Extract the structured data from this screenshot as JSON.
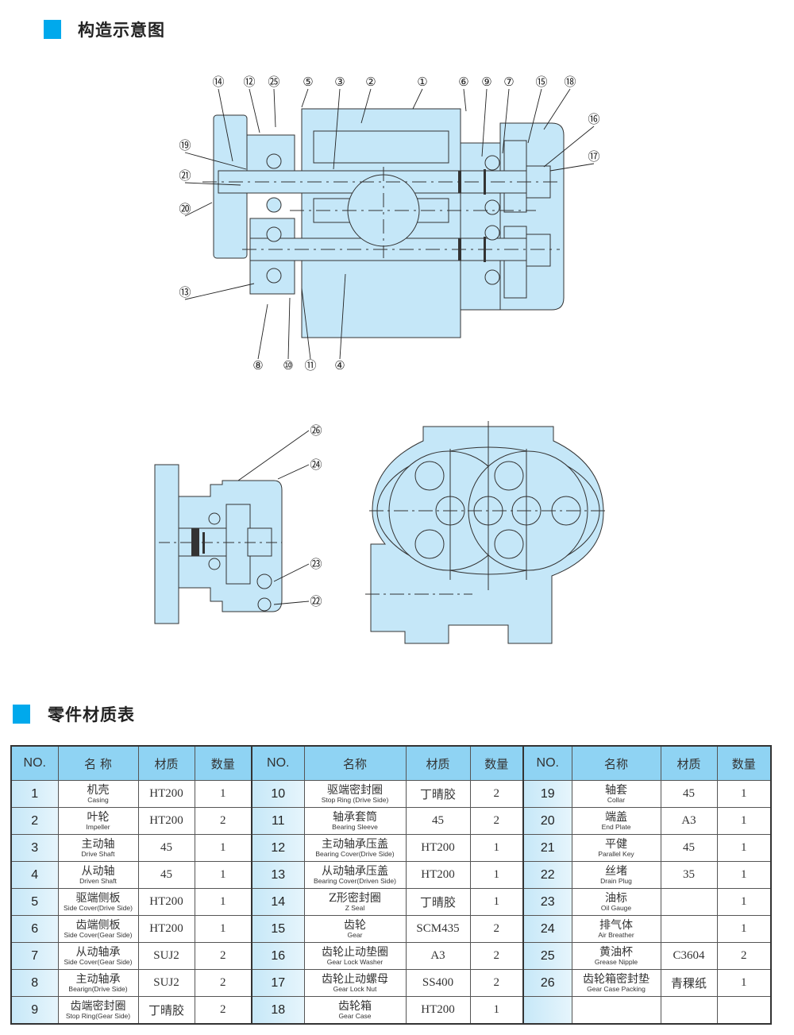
{
  "sections": {
    "structure_title": "构造示意图",
    "materials_title": "零件材质表"
  },
  "diagram": {
    "callouts_main": [
      "⑭",
      "⑫",
      "㉕",
      "⑤",
      "③",
      "②",
      "①",
      "⑥",
      "⑨",
      "⑦",
      "⑮",
      "⑱",
      "⑯",
      "⑰",
      "⑲",
      "㉑",
      "⑳",
      "⑬",
      "⑧",
      "⑩",
      "⑪",
      "④"
    ],
    "callouts_side": [
      "㉖",
      "㉔",
      "㉓",
      "㉒"
    ],
    "fill_color": "#c5e7f8",
    "line_color": "#333333"
  },
  "table": {
    "headers": {
      "no": "NO.",
      "name_1": "名 称",
      "name": "名称",
      "material": "材质",
      "quantity": "数量"
    },
    "rows": [
      {
        "no": "1",
        "cn": "机壳",
        "en": "Casing",
        "mat": "HT200",
        "qty": "1"
      },
      {
        "no": "2",
        "cn": "叶轮",
        "en": "Impeller",
        "mat": "HT200",
        "qty": "2"
      },
      {
        "no": "3",
        "cn": "主动轴",
        "en": "Drive Shaft",
        "mat": "45",
        "qty": "1"
      },
      {
        "no": "4",
        "cn": "从动轴",
        "en": "Driven Shaft",
        "mat": "45",
        "qty": "1"
      },
      {
        "no": "5",
        "cn": "驱端侧板",
        "en": "Side Cover(Drive Side)",
        "mat": "HT200",
        "qty": "1"
      },
      {
        "no": "6",
        "cn": "齿端侧板",
        "en": "Side Cover(Gear Side)",
        "mat": "HT200",
        "qty": "1"
      },
      {
        "no": "7",
        "cn": "从动轴承",
        "en": "Side Cover(Gear Side)",
        "mat": "SUJ2",
        "qty": "2"
      },
      {
        "no": "8",
        "cn": "主动轴承",
        "en": "Bearign(Drive Side)",
        "mat": "SUJ2",
        "qty": "2"
      },
      {
        "no": "9",
        "cn": "齿端密封圈",
        "en": "Stop Ring(Gear Side)",
        "mat": "丁晴胶",
        "qty": "2"
      },
      {
        "no": "10",
        "cn": "驱端密封圈",
        "en": "Stop Ring (Drive Side)",
        "mat": "丁晴胶",
        "qty": "2"
      },
      {
        "no": "11",
        "cn": "轴承套筒",
        "en": "Bearing Sleeve",
        "mat": "45",
        "qty": "2"
      },
      {
        "no": "12",
        "cn": "主动轴承压盖",
        "en": "Bearing Cover(Drive Side)",
        "mat": "HT200",
        "qty": "1"
      },
      {
        "no": "13",
        "cn": "从动轴承压盖",
        "en": "Bearing Cover(Driven Side)",
        "mat": "HT200",
        "qty": "1"
      },
      {
        "no": "14",
        "cn": "Z形密封圈",
        "en": "Z Seal",
        "mat": "丁晴胶",
        "qty": "1"
      },
      {
        "no": "15",
        "cn": "齿轮",
        "en": "Gear",
        "mat": "SCM435",
        "qty": "2"
      },
      {
        "no": "16",
        "cn": "齿轮止动垫圈",
        "en": "Gear Lock Washer",
        "mat": "A3",
        "qty": "2"
      },
      {
        "no": "17",
        "cn": "齿轮止动螺母",
        "en": "Gear Lock Nut",
        "mat": "SS400",
        "qty": "2"
      },
      {
        "no": "18",
        "cn": "齿轮箱",
        "en": "Gear Case",
        "mat": "HT200",
        "qty": "1"
      },
      {
        "no": "19",
        "cn": "轴套",
        "en": "Collar",
        "mat": "45",
        "qty": "1"
      },
      {
        "no": "20",
        "cn": "端盖",
        "en": "End Plate",
        "mat": "A3",
        "qty": "1"
      },
      {
        "no": "21",
        "cn": "平健",
        "en": "Parallel Key",
        "mat": "45",
        "qty": "1"
      },
      {
        "no": "22",
        "cn": "丝堵",
        "en": "Drain Plug",
        "mat": "35",
        "qty": "1"
      },
      {
        "no": "23",
        "cn": "油标",
        "en": "Oil Gauge",
        "mat": "",
        "qty": "1"
      },
      {
        "no": "24",
        "cn": "排气体",
        "en": "Air Breather",
        "mat": "",
        "qty": "1"
      },
      {
        "no": "25",
        "cn": "黄油杯",
        "en": "Grease Nipple",
        "mat": "C3604",
        "qty": "2"
      },
      {
        "no": "26",
        "cn": "齿轮箱密封垫",
        "en": "Gear Case Packing",
        "mat": "青稞纸",
        "qty": "1"
      },
      {
        "no": "",
        "cn": "",
        "en": "",
        "mat": "",
        "qty": ""
      }
    ]
  }
}
